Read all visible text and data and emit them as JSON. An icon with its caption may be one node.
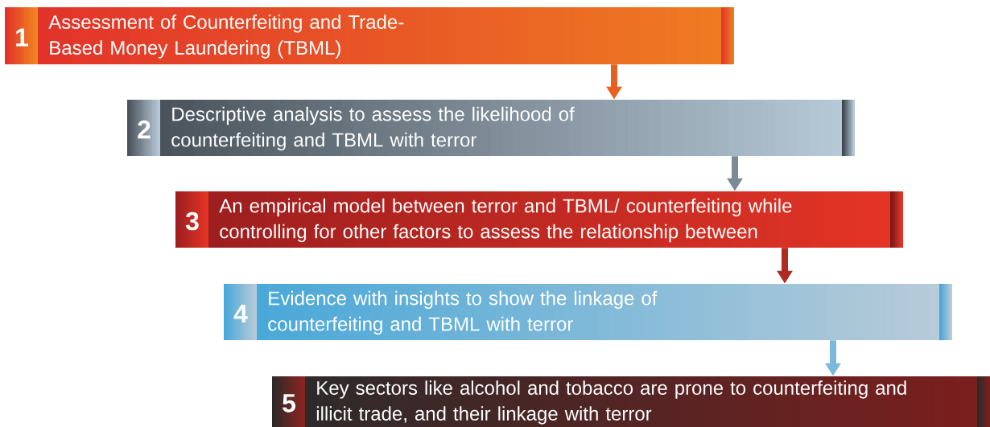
{
  "diagram": {
    "nodes": [
      {
        "text": [
          "1",
          "Assessment of Counterfeiting and Trade-Based Money Laundering (TBML)"
        ]
      },
      {
        "text": [
          "2",
          "Descriptive analysis to assess the likelihood of counterfeiting and TBML with terror"
        ]
      },
      {
        "text": [
          "3",
          "An empirical model between terror and TBML/ counterfeiting while controlling for other factors to assess the relationship between"
        ]
      },
      {
        "text": [
          "4",
          "Evidence with insights to show the linkage of counterfeiting and TBML with terror"
        ]
      },
      {
        "text": [
          "5",
          "Key sectors like alcohol and tobacco are prone to counterfeiting and illicit trade, and their linkage with terror"
        ]
      }
    ],
    "edges": [
      {
        "from": 0,
        "to": 1,
        "arrow": "to",
        "color": "#e8601f"
      },
      {
        "from": 1,
        "to": 2,
        "arrow": "to",
        "color": "#7b8a95"
      },
      {
        "from": 2,
        "to": 3,
        "arrow": "to",
        "color": "#b02a22"
      },
      {
        "from": 3,
        "to": 4,
        "arrow": "to",
        "color": "#7ab8dc"
      }
    ]
  }
}
